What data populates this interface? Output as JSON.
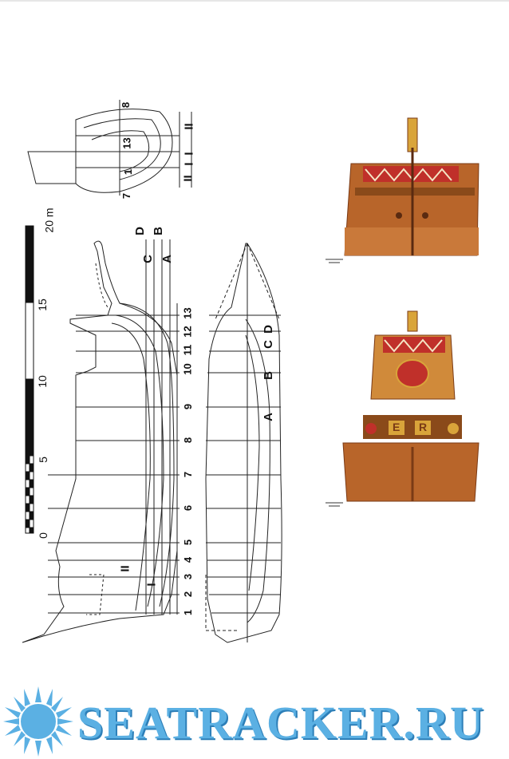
{
  "scale": {
    "unit_label": "20 m",
    "ticks": [
      "0",
      "5",
      "10",
      "15"
    ]
  },
  "body_plan": {
    "labels": [
      "8",
      "13",
      "1",
      "7",
      "I",
      "II",
      "I",
      "II"
    ]
  },
  "profile": {
    "waterline_labels": [
      "D",
      "B",
      "C",
      "A"
    ],
    "section_labels": [
      "II",
      "I"
    ],
    "stations": [
      "1",
      "2",
      "3",
      "4",
      "5",
      "6",
      "7",
      "8",
      "9",
      "10",
      "11",
      "12",
      "13"
    ]
  },
  "half_breadth": {
    "labels": [
      "A",
      "B",
      "C",
      "D"
    ]
  },
  "stern_badge": {
    "letters": [
      "E",
      "R"
    ]
  },
  "logo": {
    "text": "SEATRACKER.RU"
  },
  "colors": {
    "line": "#222222",
    "hull_wood": "#b8652a",
    "hull_dark": "#7a3a15",
    "gold": "#d9a43a",
    "red": "#c0302a",
    "logo_blue": "#5bb0e3"
  },
  "icons": [
    "sun-icon"
  ]
}
